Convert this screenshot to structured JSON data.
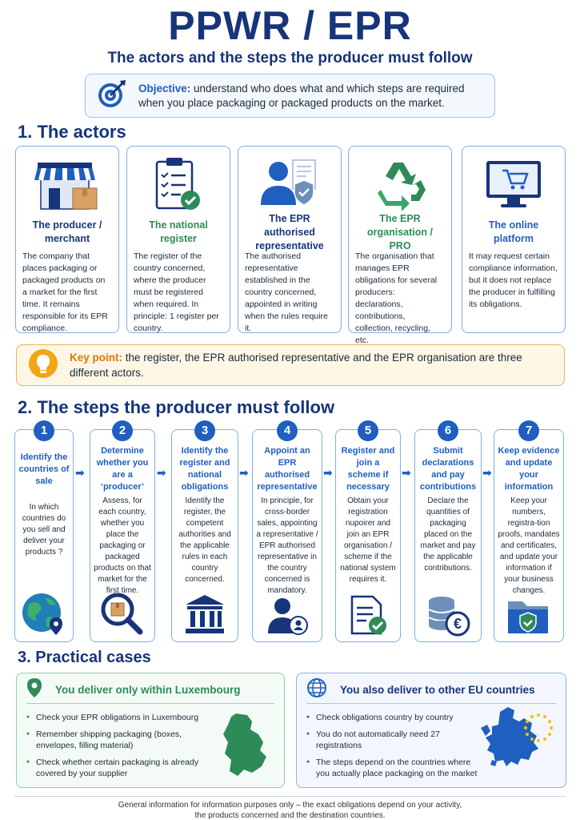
{
  "header": {
    "title": "PPWR / EPR",
    "subtitle": "The actors and the steps the producer must follow"
  },
  "objective": {
    "label": "Objective:",
    "text": " understand who does what and which steps are required when you place packaging or packaged products on the market.",
    "icon": "target-icon"
  },
  "sections": {
    "actors": "1. The actors",
    "steps": "2. The steps the producer must follow",
    "cases": "3. Practical cases"
  },
  "actors": [
    {
      "title": "The producer / merchant",
      "desc": "The company that places packaging or packaged products on a market for the first time. It remains responsible for its EPR compliance.",
      "icon": "shop-icon",
      "color": "#16357a"
    },
    {
      "title": "The national register",
      "desc": "The register of the country concerned, where the producer must be registered when required. In principle: 1 register per country.",
      "icon": "clipboard-check-icon",
      "color": "#2e8b57"
    },
    {
      "title": "The EPR authorised representative",
      "desc": "The authorised representative established in the country concerned, appointed in writing when the rules require it.",
      "icon": "person-shield-icon",
      "color": "#16357a"
    },
    {
      "title": "The EPR organisation / PRO",
      "desc": "The organisation that manages EPR obligations for several producers: declarations, contributions, collection, recycling, etc.",
      "icon": "recycle-icon",
      "color": "#2e8b57"
    },
    {
      "title": "The online platform",
      "desc": "It may request certain compliance information, but it does not replace the producer in fulfilling its obligations.",
      "icon": "monitor-cart-icon",
      "color": "#1f5fbf"
    }
  ],
  "keypoint": {
    "label": "Key point:",
    "text": "  the register, the EPR authorised representative and the  EPR organisation are three different actors.",
    "icon": "lightbulb-icon"
  },
  "steps": [
    {
      "num": "1",
      "title": "Identify the countries of sale",
      "desc": "In which countries do you sell and deliver your products ?",
      "icon": "globe-pin-icon"
    },
    {
      "num": "2",
      "title": "Determine whether you are a ‘producer’",
      "desc": "Assess, for each country, whether you place the packaging or packaged products on that market for the first time.",
      "icon": "magnifier-box-icon"
    },
    {
      "num": "3",
      "title": "Identify the register and national obligations",
      "desc": "Identify the register, the competent authorities and the applicable rules in each country concerned.",
      "icon": "institution-icon"
    },
    {
      "num": "4",
      "title": "Appoint an EPR authorised representative",
      "desc": "In principle, for cross-border sales, appointing a representative / EPR authorised representative in the country concerned is mandatory.",
      "icon": "person-badge-icon"
    },
    {
      "num": "5",
      "title": "Register and join a scheme if necessary",
      "desc": "Obtain your registration nupoirer and join an EPR organisation / scheme if the national system requires it.",
      "icon": "document-check-icon"
    },
    {
      "num": "6",
      "title": "Submit declarations and pay contributions",
      "desc": "Declare the quantities of packaging placed on the market and pay the applicable contributions.",
      "icon": "coins-euro-icon"
    },
    {
      "num": "7",
      "title": "Keep evidence and update your information",
      "desc": "Keep your numbers, registra-tion proofs, mandates and certificates, and update your information if your business changes.",
      "icon": "folder-shield-icon"
    }
  ],
  "cases": {
    "lux": {
      "title": "You deliver only within Luxembourg",
      "items": [
        "Check your EPR obligations in Luxembourg",
        "Remember shipping packaging (boxes, envelopes, filling material)",
        "Check whether certain packaging is already covered by your supplier"
      ],
      "icon": "location-pin-icon"
    },
    "eu": {
      "title": "You also deliver to other EU countries",
      "items": [
        "Check obligations country by country",
        "You do not automatically need 27 registrations",
        "The steps depend on the countries where you actually place packaging on the market"
      ],
      "icon": "globe-icon"
    }
  },
  "footer": {
    "line1": "General information for information purposes only – the exact obligations depend on your activity,",
    "line2": "the products concerned and the destination countries."
  },
  "colors": {
    "navy": "#16357a",
    "blue": "#1f5fbf",
    "green": "#2e8b57",
    "orange": "#d97a0c"
  }
}
